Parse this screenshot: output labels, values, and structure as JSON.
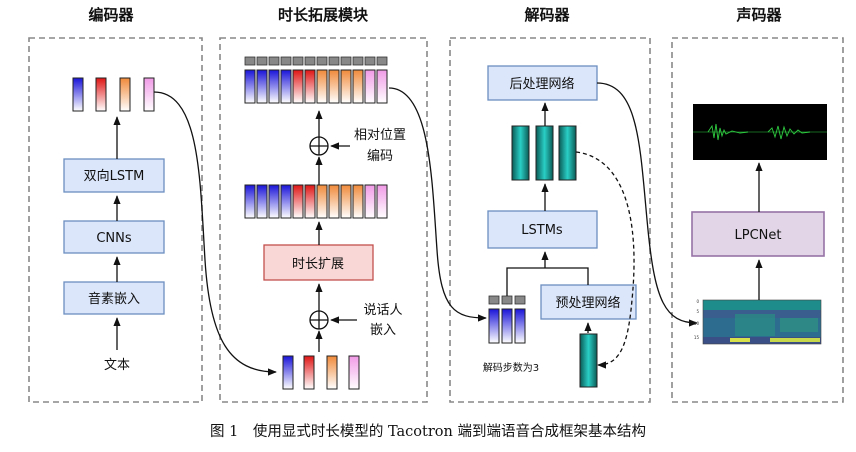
{
  "sections": {
    "encoder": "编码器",
    "duration_expansion": "时长拓展模块",
    "decoder": "解码器",
    "vocoder": "声码器"
  },
  "encoder": {
    "input_text": "文本",
    "phoneme_embedding": "音素嵌入",
    "cnns": "CNNs",
    "bilstm": "双向LSTM"
  },
  "duration": {
    "speaker_embedding_line1": "说话人",
    "speaker_embedding_line2": "嵌入",
    "duration_expansion": "时长扩展",
    "positional_encoding_line1": "相对位置",
    "positional_encoding_line2": "编码"
  },
  "decoder": {
    "postnet": "后处理网络",
    "lstms": "LSTMs",
    "prenet": "预处理网络",
    "steps_label": "解码步数为3"
  },
  "vocoder": {
    "lpcnet": "LPCNet"
  },
  "caption": "图 1　使用显式时长模型的 Tacotron 端到端语音合成框架基本结构"
}
